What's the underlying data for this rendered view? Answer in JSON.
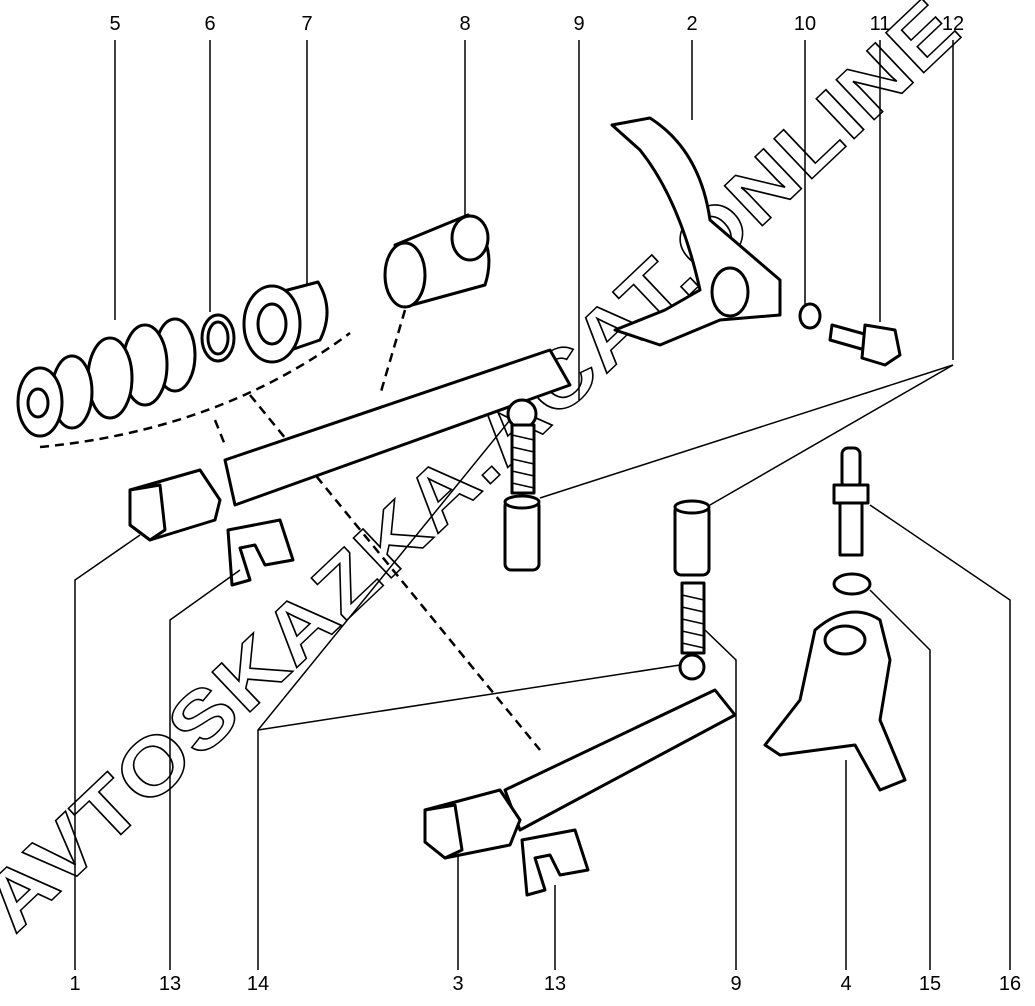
{
  "diagram": {
    "top_labels": [
      "5",
      "6",
      "7",
      "8",
      "9",
      "2",
      "10",
      "11",
      "12"
    ],
    "bottom_labels": [
      "1",
      "13",
      "14",
      "3",
      "13",
      "9",
      "4",
      "15",
      "16"
    ]
  },
  "watermark": "AVTOSKAZKA.ACAT.ONLINE"
}
